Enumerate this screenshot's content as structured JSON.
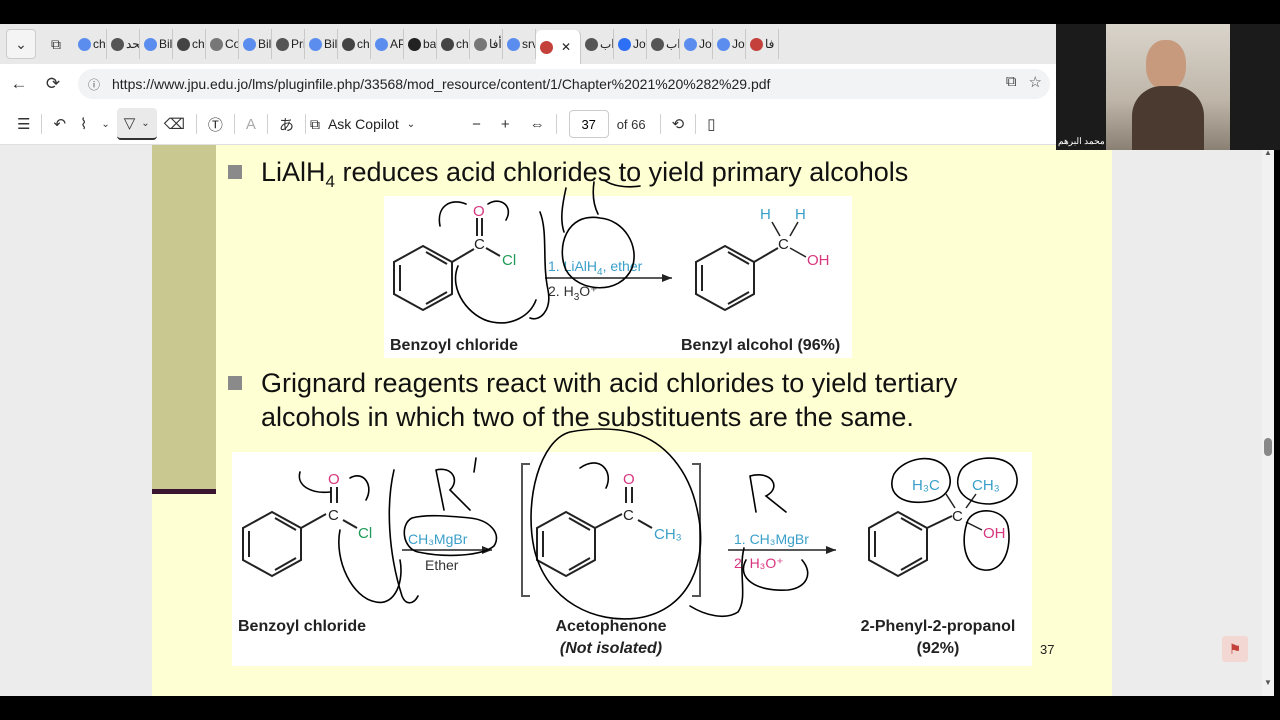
{
  "browser": {
    "tabs": [
      {
        "icon": "search-icon",
        "label": "ch",
        "color": "#5b8def"
      },
      {
        "icon": "chatgpt-icon",
        "label": "تحد",
        "color": "#555"
      },
      {
        "icon": "bing-icon",
        "label": "Bil",
        "color": "#5b8def"
      },
      {
        "icon": "puzzle-icon",
        "label": "ch",
        "color": "#444"
      },
      {
        "icon": "clock-icon",
        "label": "Co",
        "color": "#777"
      },
      {
        "icon": "bing-icon",
        "label": "Bil",
        "color": "#5b8def"
      },
      {
        "icon": "chatgpt-icon",
        "label": "Pri",
        "color": "#555"
      },
      {
        "icon": "bing-icon",
        "label": "Bil",
        "color": "#5b8def"
      },
      {
        "icon": "puzzle-icon",
        "label": "ch",
        "color": "#444"
      },
      {
        "icon": "bing-icon",
        "label": "AP",
        "color": "#5b8def"
      },
      {
        "icon": "github-icon",
        "label": "ba",
        "color": "#222"
      },
      {
        "icon": "puzzle-icon",
        "label": "ch",
        "color": "#444"
      },
      {
        "icon": "globe-icon",
        "label": "أفا",
        "color": "#777"
      },
      {
        "icon": "search-icon",
        "label": "srv",
        "color": "#5b8def"
      },
      {
        "icon": "pdf-icon",
        "label": "",
        "color": "#c3413a",
        "active": true
      },
      {
        "icon": "doc-icon",
        "label": "راب",
        "color": "#555"
      },
      {
        "icon": "zoom-icon",
        "label": "Joi",
        "color": "#2d6ff5"
      },
      {
        "icon": "doc-icon",
        "label": "راب",
        "color": "#555"
      },
      {
        "icon": "zoom-icon",
        "label": "Joi",
        "color": "#5b8def"
      },
      {
        "icon": "zoom-icon",
        "label": "Joi",
        "color": "#5b8def"
      },
      {
        "icon": "pdf-icon",
        "label": "فا",
        "color": "#c3413a"
      }
    ],
    "url": "https://www.jpu.edu.jo/lms/pluginfile.php/33568/mod_resource/content/1/Chapter%2021%20%282%29.pdf"
  },
  "pdf_toolbar": {
    "copilot_label": "Ask Copilot",
    "page_current": "37",
    "page_total_label": "of 66"
  },
  "slide": {
    "bullet1": {
      "pre": "LiAlH",
      "sub": "4",
      "post": " reduces acid chlorides to yield primary alcohols"
    },
    "bullet2_line1": "Grignard reagents react with acid chlorides to yield tertiary",
    "bullet2_line2": "alcohols in which two of the substituents are the same.",
    "page_number": "37",
    "r1": {
      "o": "O",
      "c": "C",
      "cl": "Cl",
      "h": "H",
      "oh": "OH",
      "step1": "1. LiAlH",
      "step1_sub": "4",
      "step1_post": ", ether",
      "step2": "2. H",
      "step2_sub": "3",
      "step2_post": "O⁺",
      "reactant": "Benzoyl chloride",
      "product": "Benzyl alcohol (96%)"
    },
    "r2": {
      "o": "O",
      "c": "C",
      "cl": "Cl",
      "reagent": "CH₃MgBr",
      "ether": "Ether",
      "ch3": "CH₃",
      "step1": "1. CH₃MgBr",
      "step2": "2. H₃O⁺",
      "h3c": "H₃C",
      "oh": "OH",
      "reactant": "Benzoyl chloride",
      "intermediate": "Acetophenone",
      "intermediate_note": "(Not isolated)",
      "product": "2-Phenyl-2-propanol",
      "product_yield": "(92%)"
    },
    "annotation_r": "R"
  },
  "video": {
    "participant_name": "محمد البرهم"
  },
  "colors": {
    "slide_bg": "#ffffd4",
    "sidebar_olive": "#c9c890",
    "cyan": "#3a9fc9",
    "magenta": "#d7357e",
    "green": "#1f9a58"
  }
}
